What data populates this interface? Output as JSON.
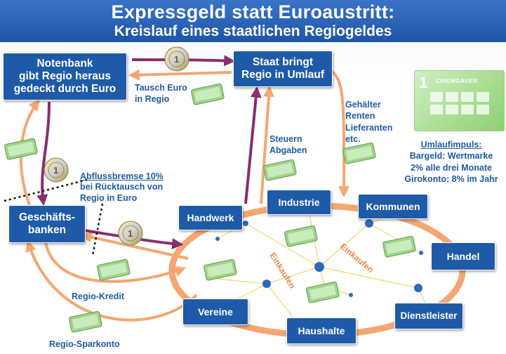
{
  "title": {
    "line1": "Expressgeld statt Euroaustritt:",
    "line2": "Kreislauf eines staatlichen Regiogeldes"
  },
  "nodes": {
    "notenbank": "Notenbank\ngibt Regio heraus\ngedeckt durch Euro",
    "staat": "Staat bringt\nRegio in Umlauf",
    "geschaeftsbanken": "Geschäfts-\nbanken",
    "handwerk": "Handwerk",
    "industrie": "Industrie",
    "kommunen": "Kommunen",
    "handel": "Handel",
    "vereine": "Vereine",
    "haushalte": "Haushalte",
    "dienstleister": "Dienstleister"
  },
  "labels": {
    "tausch": "Tausch Euro\nin Regio",
    "gehaelter": "Gehälter\nRenten\nLieferanten\netc.",
    "steuern": "Steuern\nAbgaben",
    "abfluss_title": "Abflussbremse 10%",
    "abfluss_body": "bei Rücktausch von\nRegio in Euro",
    "regio_kredit": "Regio-Kredit",
    "regio_sparkonto": "Regio-Sparkonto",
    "einkaufen_1": "Einkaufen",
    "einkaufen_2": "Einkaufen"
  },
  "umlaufimpuls": {
    "title": "Umlaufimpuls:",
    "line1": "Bargeld: Wertmarke",
    "line2": "2% alle drei Monate",
    "line3": "Girokonto: 8% im Jahr"
  },
  "note_card": {
    "digit": "1",
    "name": "CHIEMGAUER"
  },
  "colors": {
    "banner": "#1f55a8",
    "box": "#1e5aa8",
    "orange": "#f4a673",
    "purple": "#8a2d6e",
    "label": "#1f5aa6",
    "note_green": "#a6dd8f"
  },
  "icons": [
    "euro-coin-icon",
    "regio-banknote-icon",
    "network-node-icon"
  ]
}
